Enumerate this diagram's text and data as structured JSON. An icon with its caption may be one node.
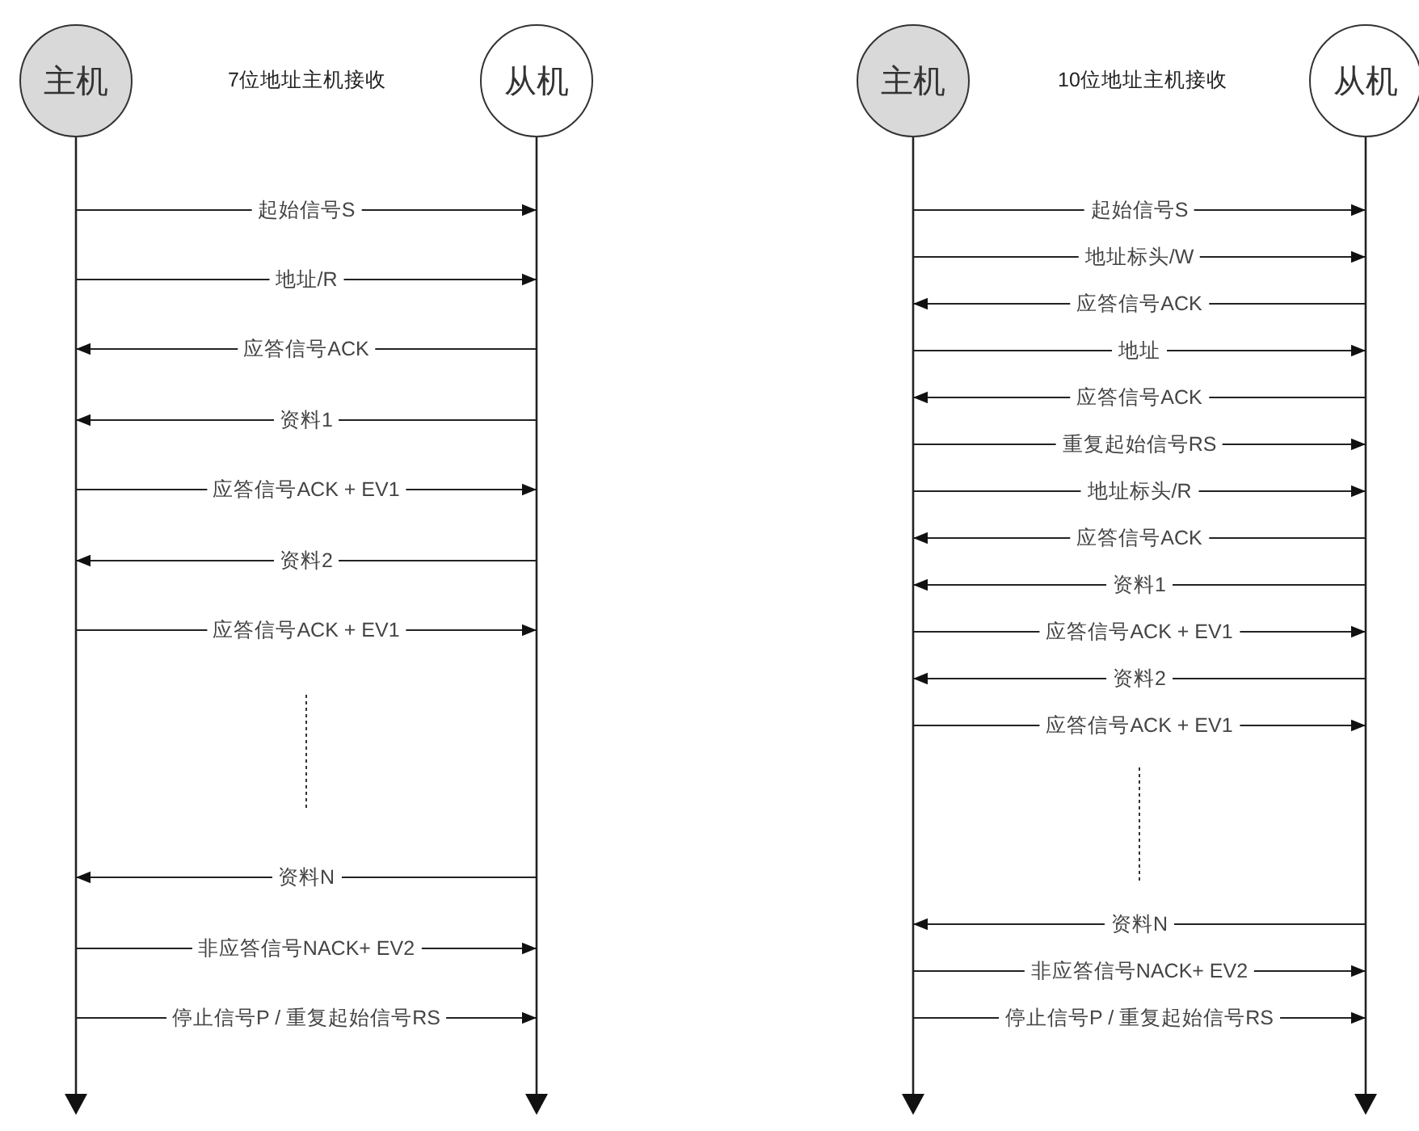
{
  "diagram": {
    "nodes": [
      {
        "text": [
          "主机"
        ]
      },
      {
        "text": [
          "从机"
        ]
      },
      {
        "text": [],
        "shape": "line"
      },
      {
        "text": [],
        "shape": "line"
      },
      {
        "text": [
          "主机"
        ]
      },
      {
        "text": [
          "从机"
        ]
      },
      {
        "text": [],
        "shape": "line"
      },
      {
        "text": [],
        "shape": "line"
      }
    ],
    "edges": [
      {
        "from": 2,
        "to": 3,
        "arrow": "to",
        "label": "起始信号S"
      },
      {
        "from": 2,
        "to": 3,
        "arrow": "to",
        "label": "地址/R"
      },
      {
        "from": 3,
        "to": 2,
        "arrow": "to",
        "label": "应答信号ACK"
      },
      {
        "from": 3,
        "to": 2,
        "arrow": "to",
        "label": "资料1"
      },
      {
        "from": 2,
        "to": 3,
        "arrow": "to",
        "label": "应答信号ACK + EV1"
      },
      {
        "from": 3,
        "to": 2,
        "arrow": "to",
        "label": "资料2"
      },
      {
        "from": 2,
        "to": 3,
        "arrow": "to",
        "label": "应答信号ACK + EV1"
      },
      {
        "from": 3,
        "to": 2,
        "arrow": "to",
        "label": "资料N"
      },
      {
        "from": 2,
        "to": 3,
        "arrow": "to",
        "label": "非应答信号NACK+ EV2"
      },
      {
        "from": 2,
        "to": 3,
        "arrow": "to",
        "label": "停止信号P / 重复起始信号RS"
      },
      {
        "from": 6,
        "to": 7,
        "arrow": "to",
        "label": "起始信号S"
      },
      {
        "from": 6,
        "to": 7,
        "arrow": "to",
        "label": "地址标头/W"
      },
      {
        "from": 7,
        "to": 6,
        "arrow": "to",
        "label": "应答信号ACK"
      },
      {
        "from": 6,
        "to": 7,
        "arrow": "to",
        "label": "地址"
      },
      {
        "from": 7,
        "to": 6,
        "arrow": "to",
        "label": "应答信号ACK"
      },
      {
        "from": 6,
        "to": 7,
        "arrow": "to",
        "label": "重复起始信号RS"
      },
      {
        "from": 6,
        "to": 7,
        "arrow": "to",
        "label": "地址标头/R"
      },
      {
        "from": 7,
        "to": 6,
        "arrow": "to",
        "label": "应答信号ACK"
      },
      {
        "from": 7,
        "to": 6,
        "arrow": "to",
        "label": "资料1"
      },
      {
        "from": 6,
        "to": 7,
        "arrow": "to",
        "label": "应答信号ACK + EV1"
      },
      {
        "from": 7,
        "to": 6,
        "arrow": "to",
        "label": "资料2"
      },
      {
        "from": 6,
        "to": 7,
        "arrow": "to",
        "label": "应答信号ACK + EV1"
      },
      {
        "from": 7,
        "to": 6,
        "arrow": "to",
        "label": "资料N"
      },
      {
        "from": 6,
        "to": 7,
        "arrow": "to",
        "label": "非应答信号NACK+ EV2"
      },
      {
        "from": 6,
        "to": 7,
        "arrow": "to",
        "label": "停止信号P / 重复起始信号RS"
      }
    ],
    "labels": [
      "7位地址主机接收",
      "10位地址主机接收"
    ]
  }
}
